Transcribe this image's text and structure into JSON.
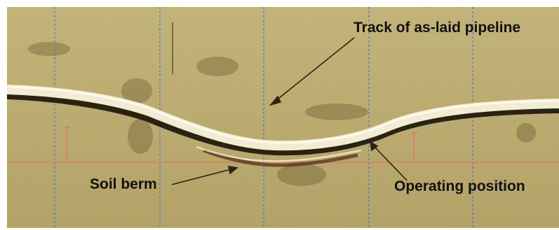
{
  "image": {
    "kind": "side-scan sonar image of seabed",
    "colors": {
      "seabed": "#c7b676",
      "seabed_dark": "#8a7a45",
      "pipe": "#f2ecd2",
      "shadow": "#1a1408",
      "scale_lines": "#e07a5f",
      "grid_lines": "#5a7fb0"
    }
  },
  "annotations": {
    "track": "Track of as-laid pipeline",
    "berm": "Soil berm",
    "operating": "Operating position"
  }
}
